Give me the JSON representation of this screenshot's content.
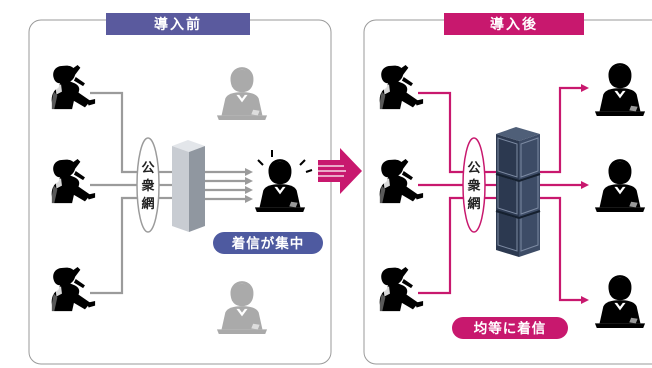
{
  "before": {
    "title": "導入前",
    "title_color": "#5a5a9e",
    "network_label_chars": [
      "公",
      "衆",
      "網"
    ],
    "badge": "着信が集中",
    "badge_color": "#4e5aa0",
    "line_color": "#9b9b9b"
  },
  "after": {
    "title": "導入後",
    "title_color": "#c8186e",
    "network_label_chars": [
      "公",
      "衆",
      "網"
    ],
    "badge": "均等に着信",
    "badge_color": "#c8186e",
    "line_color": "#c8186e"
  },
  "icons": {
    "caller": "caller-on-phone-icon",
    "agent": "headset-operator-icon",
    "pbx_before": "telephone-switch-icon",
    "pbx_after": "server-rack-icon",
    "transition": "right-arrow-icon"
  }
}
